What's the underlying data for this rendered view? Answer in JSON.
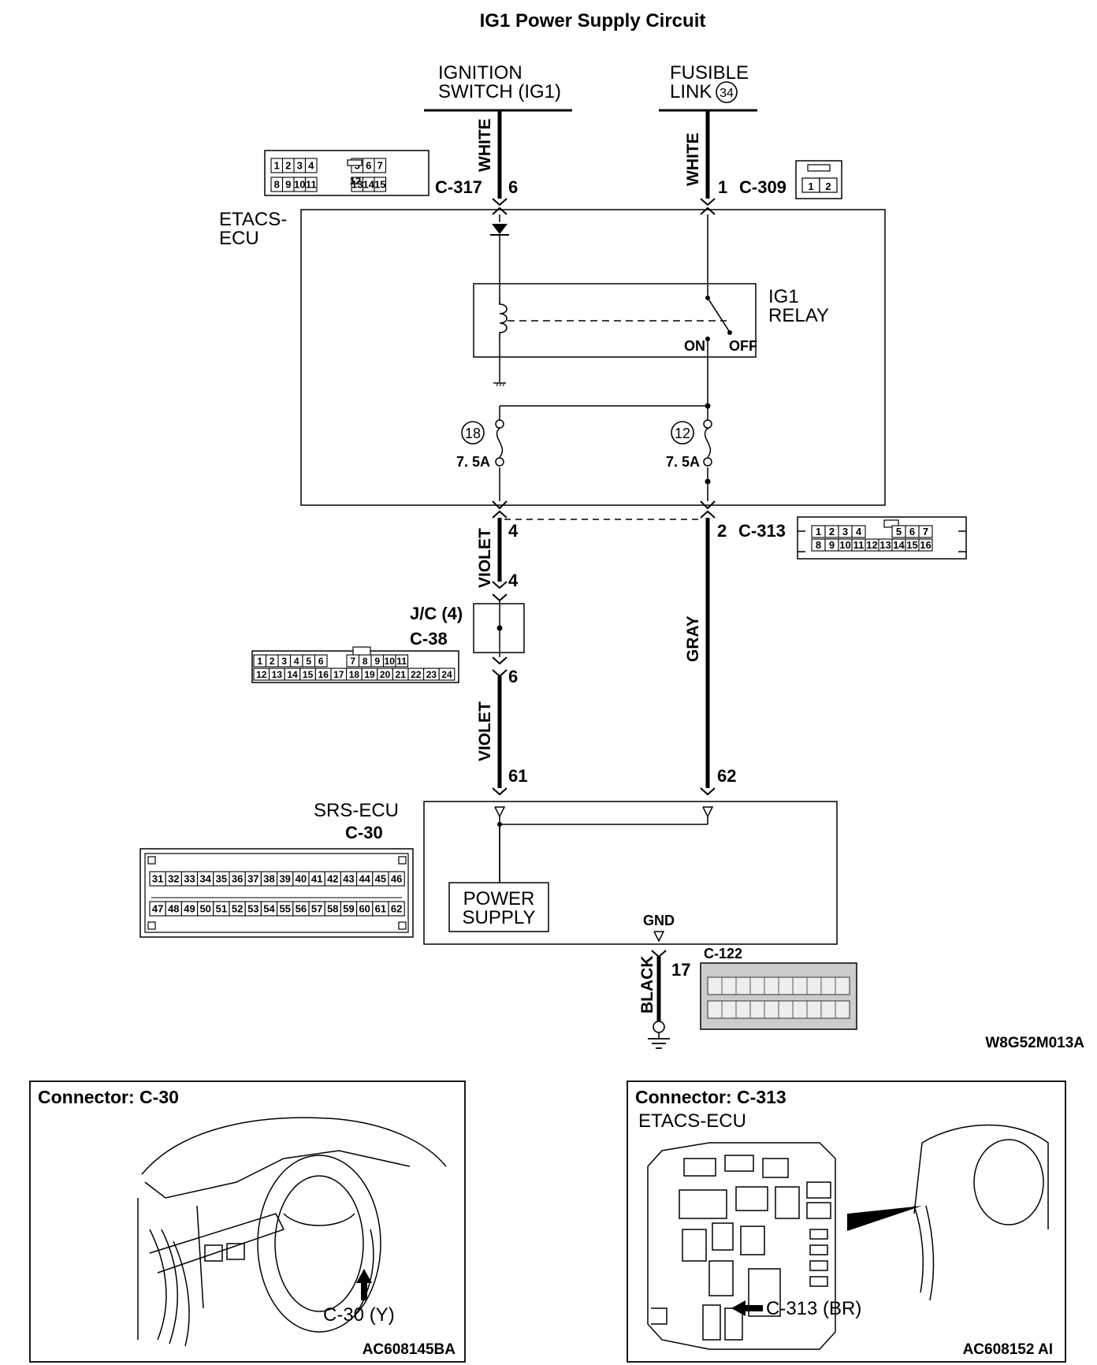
{
  "title": "IG1 Power Supply Circuit",
  "source_ignition": {
    "line1": "IGNITION",
    "line2": "SWITCH (IG1)"
  },
  "source_fusible": {
    "line1": "FUSIBLE",
    "line2": "LINK",
    "circled": "34"
  },
  "wires": {
    "white_left": "WHITE",
    "white_right": "WHITE",
    "violet_upper": "VIOLET",
    "violet_lower": "VIOLET",
    "gray": "GRAY",
    "black": "BLACK"
  },
  "connectors": {
    "c317": {
      "id": "C-317",
      "pin": "6",
      "row1": [
        "1",
        "2",
        "3",
        "4",
        "",
        "5",
        "6",
        "7"
      ],
      "row2": [
        "8",
        "9",
        "10",
        "11",
        "",
        "13",
        "14",
        "15"
      ],
      "center": "12"
    },
    "c309": {
      "pin": "1",
      "id": "C-309",
      "cells": [
        "1",
        "2"
      ]
    },
    "c313": {
      "pin_left": "4",
      "pin_right": "2",
      "id": "C-313",
      "row1": [
        "1",
        "2",
        "3",
        "4",
        "",
        "5",
        "6",
        "7"
      ],
      "row2": [
        "8",
        "9",
        "10",
        "11",
        "12",
        "13",
        "14",
        "15",
        "16"
      ]
    },
    "jc": {
      "name": "J/C (4)",
      "id": "C-38",
      "pin_in": "4",
      "pin_out": "6",
      "row1": [
        "1",
        "2",
        "3",
        "4",
        "5",
        "6",
        "",
        "7",
        "8",
        "9",
        "10",
        "11"
      ],
      "row2": [
        "12",
        "13",
        "14",
        "15",
        "16",
        "17",
        "18",
        "19",
        "20",
        "21",
        "22",
        "23",
        "24"
      ]
    },
    "c30": {
      "pin_left": "61",
      "pin_right": "62",
      "id": "C-30",
      "row1": [
        "31",
        "32",
        "33",
        "34",
        "35",
        "36",
        "37",
        "38",
        "39",
        "40",
        "41",
        "42",
        "43",
        "44",
        "45",
        "46"
      ],
      "row2": [
        "47",
        "48",
        "49",
        "50",
        "51",
        "52",
        "53",
        "54",
        "55",
        "56",
        "57",
        "58",
        "59",
        "60",
        "61",
        "62"
      ]
    },
    "c122": {
      "id": "C-122",
      "pin": "17"
    }
  },
  "etacs": {
    "line1": "ETACS-",
    "line2": "ECU"
  },
  "relay": {
    "line1": "IG1",
    "line2": "RELAY",
    "on": "ON",
    "off": "OFF"
  },
  "fuse_left": {
    "num": "18",
    "rating": "7. 5A"
  },
  "fuse_right": {
    "num": "12",
    "rating": "7. 5A"
  },
  "srs": {
    "name": "SRS-ECU",
    "power_line1": "POWER",
    "power_line2": "SUPPLY",
    "gnd": "GND"
  },
  "diagram_code": "W8G52M013A",
  "panel_left": {
    "title": "Connector: C-30",
    "callout": "C-30 (Y)",
    "code": "AC608145BA"
  },
  "panel_right": {
    "title": "Connector: C-313",
    "subtitle": "ETACS-ECU",
    "callout": "C-313 (BR)",
    "code": "AC608152 AI"
  }
}
